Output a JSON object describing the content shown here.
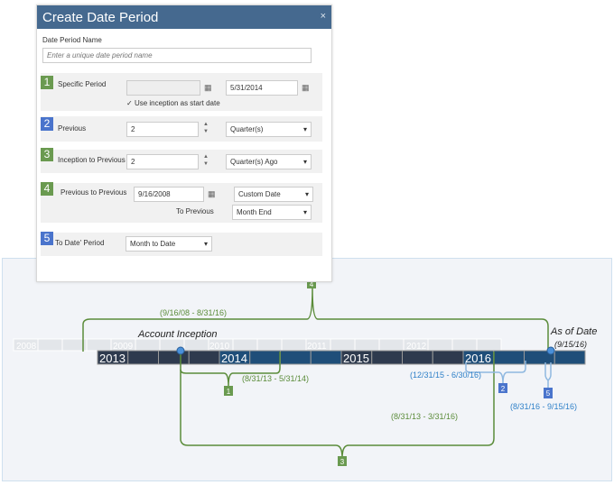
{
  "dialog": {
    "title": "Create Date Period",
    "close": "×",
    "name_label": "Date Period Name",
    "name_placeholder": "Enter a unique date period name",
    "rows": [
      {
        "num": "1",
        "label": "Specific Period",
        "start": "",
        "end": "5/31/2014",
        "checkbox": "Use inception as start date",
        "checked": true
      },
      {
        "num": "2",
        "label": "Previous",
        "value": "2",
        "unit": "Quarter(s)"
      },
      {
        "num": "3",
        "label": "Inception to Previous",
        "value": "2",
        "unit": "Quarter(s) Ago"
      },
      {
        "num": "4",
        "label": "Previous to Previous",
        "date": "9/16/2008",
        "from": "Custom Date",
        "to_label": "To Previous",
        "to": "Month End"
      },
      {
        "num": "5",
        "label": "To Date' Period",
        "value": "Month to Date"
      }
    ]
  },
  "timeline": {
    "back_years": [
      "2008",
      "2009",
      "2010",
      "2011",
      "2012"
    ],
    "front_years": [
      "2013",
      "2014",
      "2015",
      "2016"
    ],
    "inception_label": "Account Inception",
    "asof_label": "As of Date",
    "asof_date": "(9/15/16)",
    "markers": [
      {
        "num": "4",
        "range": "(9/16/08 - 8/31/16)"
      },
      {
        "num": "1",
        "range": "(8/31/13 - 5/31/14)"
      },
      {
        "num": "2",
        "range": "(12/31/15 - 6/30/16)"
      },
      {
        "num": "5",
        "range": "(8/31/16 - 9/15/16)"
      },
      {
        "num": "3",
        "range": "(8/31/13 - 3/31/16)"
      }
    ],
    "colors": {
      "green": "#5b8c3a",
      "blue": "#2f80c8",
      "dark": "#2e3a4e",
      "navy": "#1f4e79"
    }
  }
}
